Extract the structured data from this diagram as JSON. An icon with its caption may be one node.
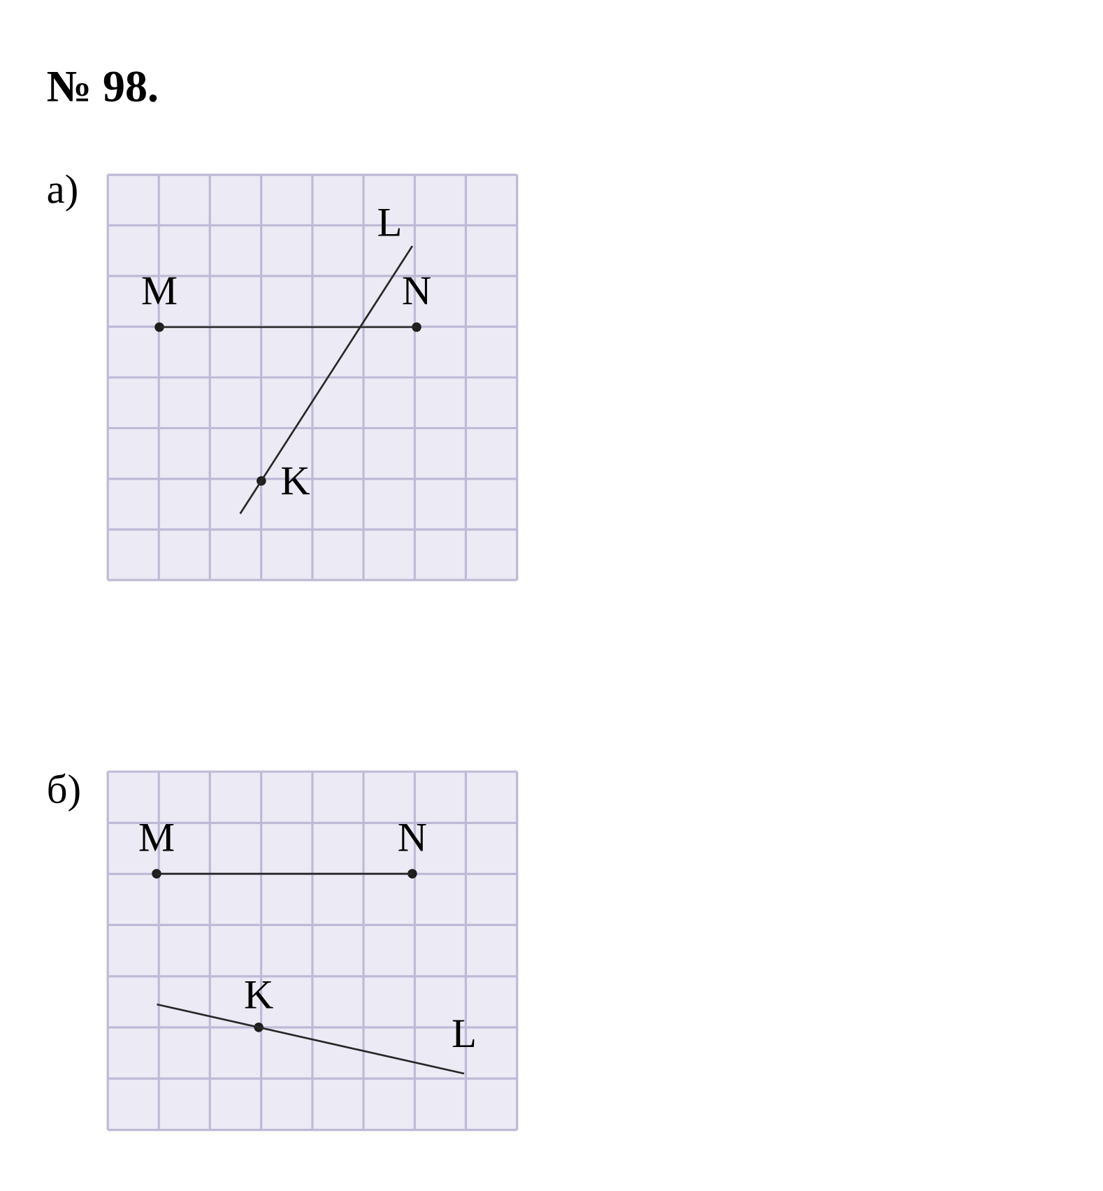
{
  "diagram": {
    "title": "№ 98.",
    "nodes": [
      {
        "text": [
          "M"
        ]
      },
      {
        "text": [
          "N"
        ]
      },
      {
        "text": [
          "K"
        ]
      },
      {
        "text": [
          "L"
        ]
      },
      {
        "text": [
          "M"
        ]
      },
      {
        "text": [
          "N"
        ]
      },
      {
        "text": [
          "K"
        ]
      },
      {
        "text": [
          "L"
        ]
      }
    ],
    "edges": [
      {
        "from": 0,
        "to": 1,
        "arrow": "none"
      },
      {
        "from": 2,
        "to": 3,
        "arrow": "none"
      },
      {
        "from": 4,
        "to": 5,
        "arrow": "none"
      },
      {
        "from": 6,
        "to": 7,
        "arrow": "none"
      }
    ],
    "labels": [
      "а)",
      "б)"
    ]
  }
}
